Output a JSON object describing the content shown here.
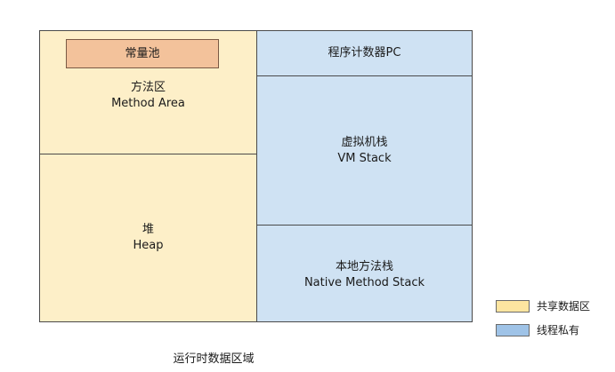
{
  "diagram": {
    "method_area": {
      "constant_pool": "常量池",
      "title_cn": "方法区",
      "title_en": "Method Area"
    },
    "heap": {
      "title_cn": "堆",
      "title_en": "Heap"
    },
    "pc_register": {
      "title": "程序计数器PC"
    },
    "vm_stack": {
      "title_cn": "虚拟机栈",
      "title_en": "VM Stack"
    },
    "native_stack": {
      "title_cn": "本地方法栈",
      "title_en": "Native Method Stack"
    },
    "caption": "运行时数据区域"
  },
  "legend": {
    "shared": {
      "label": "共享数据区",
      "color": "#fde5a0"
    },
    "private": {
      "label": "线程私有",
      "color": "#9fc3e7"
    }
  },
  "colors": {
    "shared_fill": "#fdefc8",
    "private_fill": "#cfe2f3",
    "constant_pool_fill": "#f3c29b"
  }
}
